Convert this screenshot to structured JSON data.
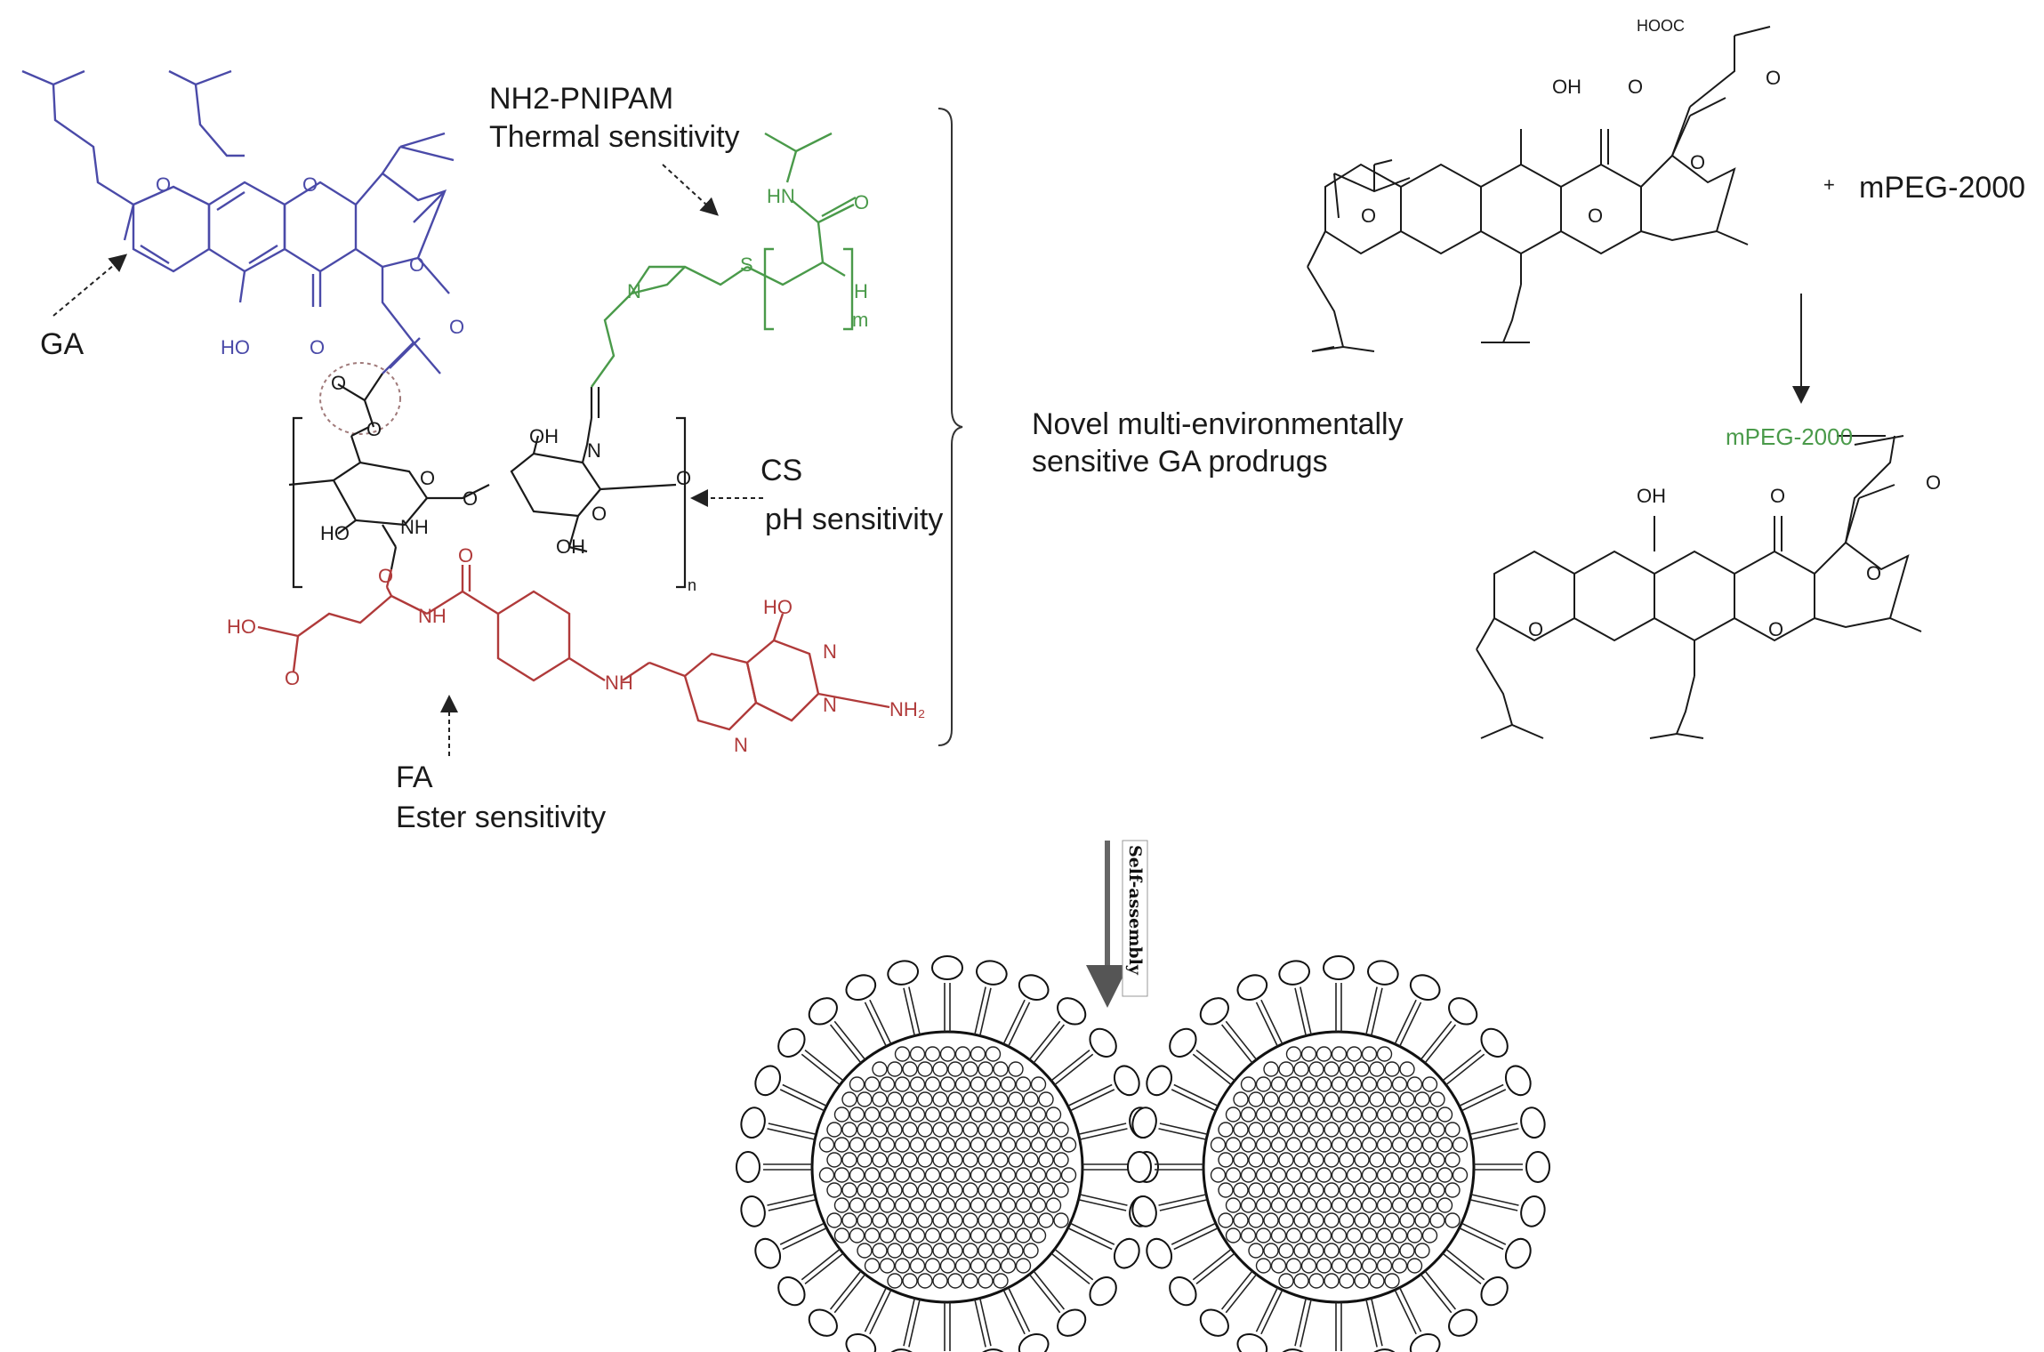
{
  "colors": {
    "ga": "#4a4aa8",
    "pnipam": "#4a9a4a",
    "fa": "#b03a3a",
    "cs": "#1a1a1a",
    "text": "#1a1a1a"
  },
  "labels": {
    "ga": "GA",
    "pnipam_name": "NH2-PNIPAM",
    "pnipam_prop": "Thermal sensitivity",
    "cs_name": "CS",
    "cs_prop": "pH sensitivity",
    "fa_name": "FA",
    "fa_prop": "Ester sensitivity",
    "prodrug_line1": "Novel multi-environmentally",
    "prodrug_line2": "sensitive GA prodrugs",
    "plus": "+",
    "mpeg_reagent": "mPEG-2000",
    "mpeg_conjugate": "mPEG-2000",
    "self_assembly": "Self-assembly"
  },
  "atoms": {
    "o": "O",
    "oh": "OH",
    "ho": "HO",
    "hooc": "HOOC",
    "nh": "NH",
    "hn": "HN",
    "n": "N",
    "h": "H",
    "s": "S",
    "m": "m",
    "n_sub": "n",
    "nh2": "NH₂"
  }
}
